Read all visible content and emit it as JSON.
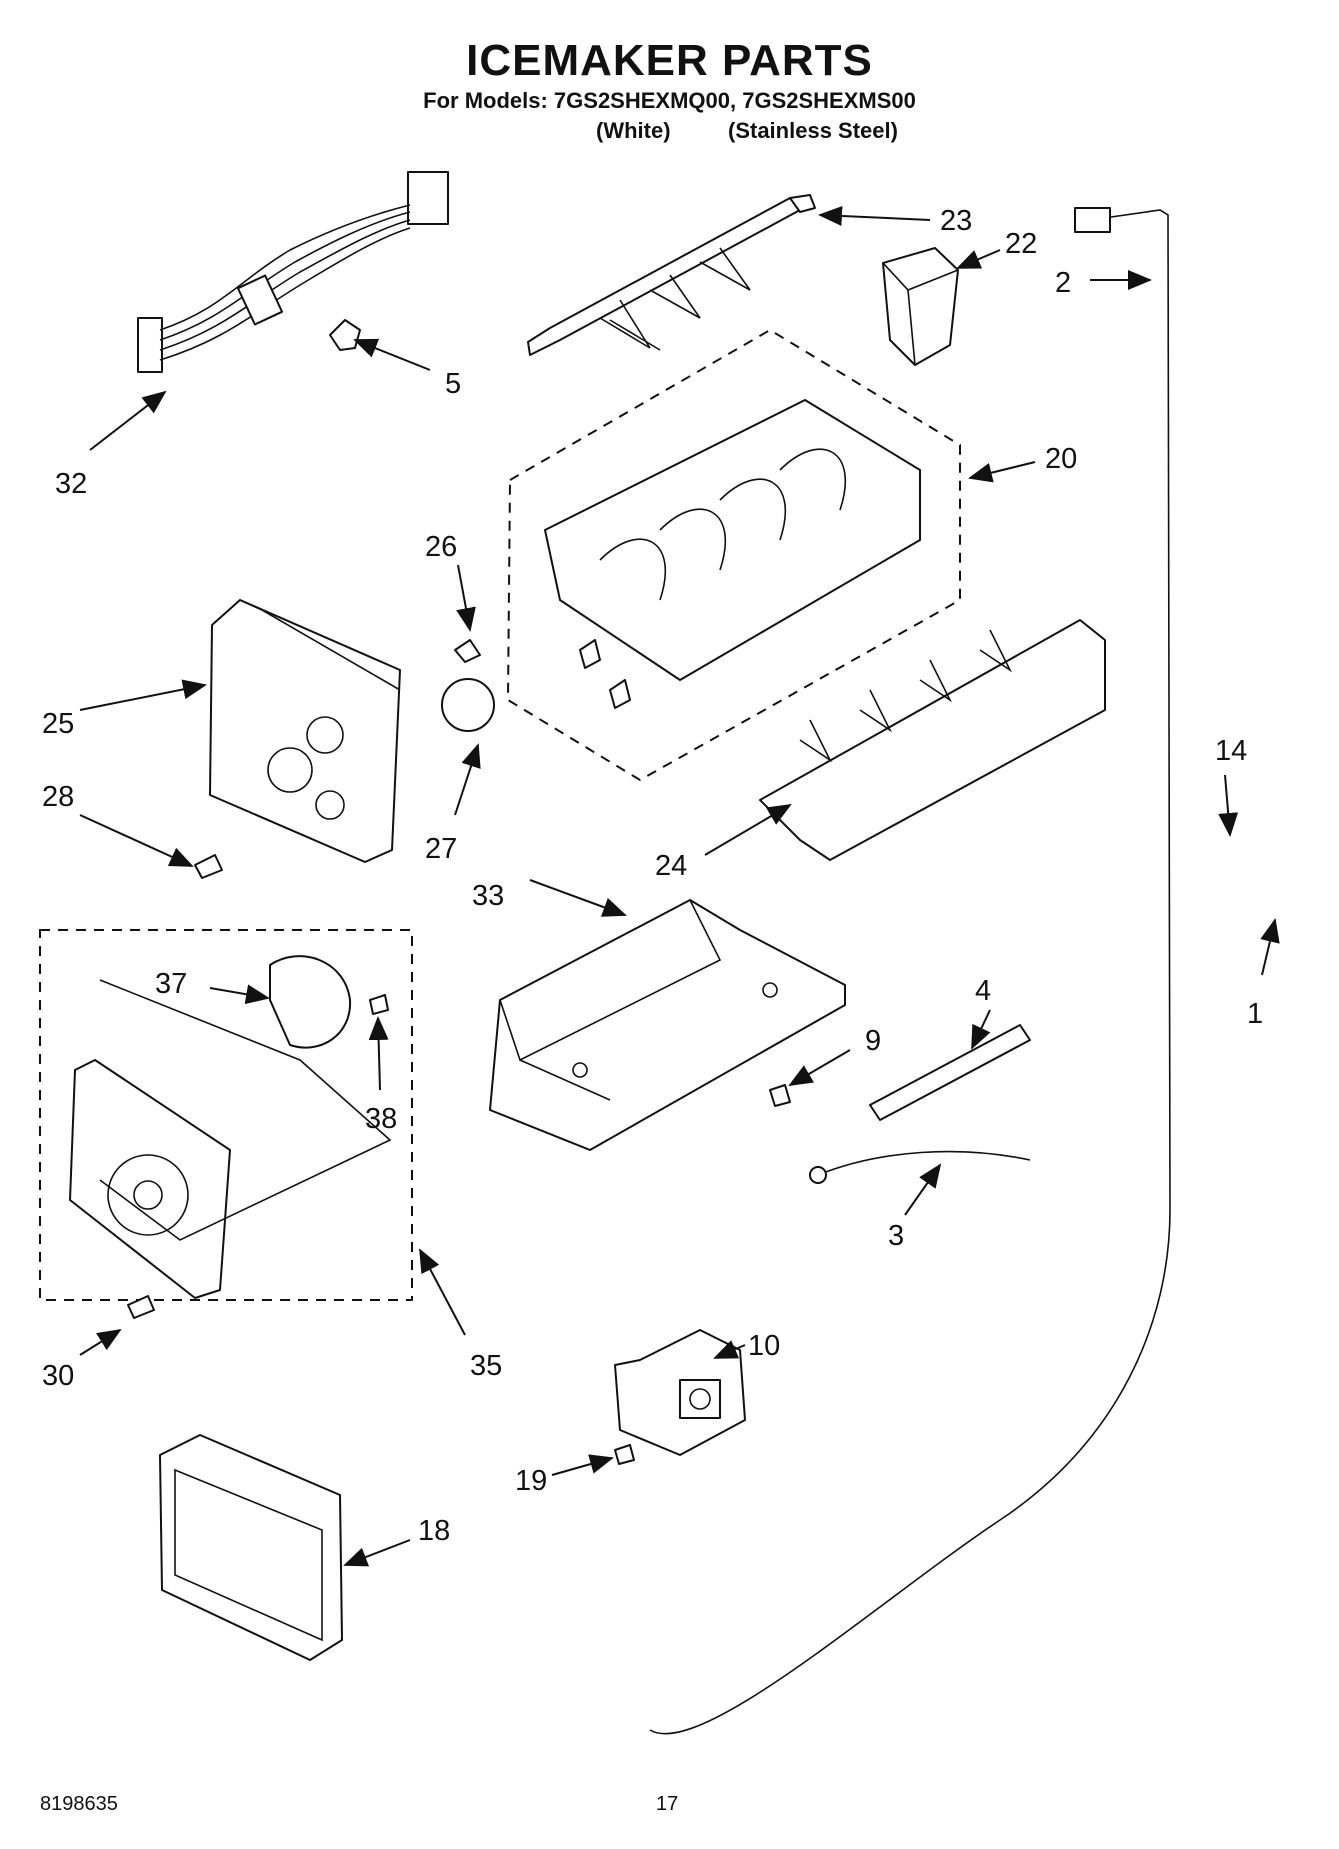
{
  "header": {
    "title": "ICEMAKER PARTS",
    "models_line": "For Models: 7GS2SHEXMQ00, 7GS2SHEXMS00",
    "variants": [
      "(White)",
      "(Stainless Steel)"
    ]
  },
  "callouts": [
    "23",
    "22",
    "2",
    "5",
    "32",
    "20",
    "26",
    "25",
    "27",
    "28",
    "24",
    "14",
    "33",
    "37",
    "4",
    "1",
    "9",
    "38",
    "3",
    "10",
    "30",
    "35",
    "19",
    "18"
  ],
  "footer": {
    "doc_number": "8198635",
    "page_number": "17"
  }
}
